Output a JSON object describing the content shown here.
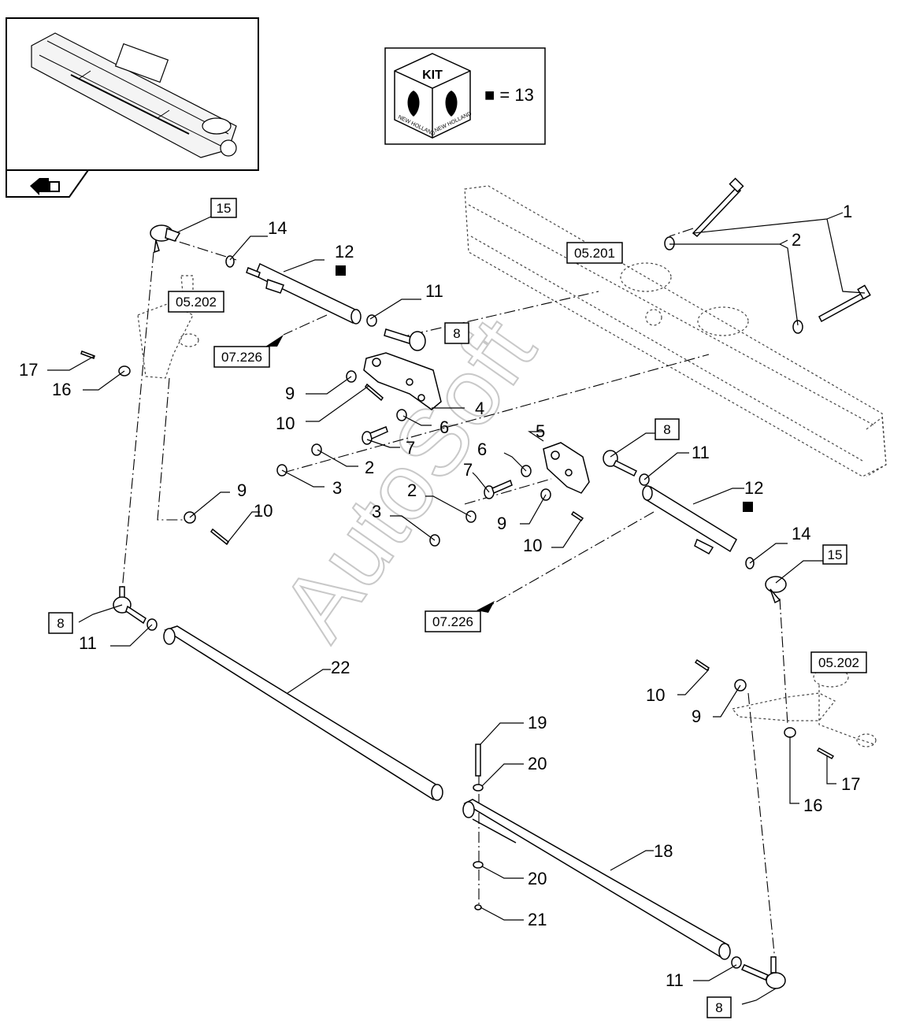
{
  "watermark": "AutoSoft",
  "kit_panel": {
    "kit_label": "KIT",
    "brand_text": "NEW HOLLAND",
    "legend_text": "■ = 13"
  },
  "ref_boxes": {
    "r15_top": "15",
    "r05202_left": "05.202",
    "r05201": "05.201",
    "r07226_upper": "07.226",
    "r8_upper_mid": "8",
    "r8_right": "8",
    "r15_right": "15",
    "r07226_lower": "07.226",
    "r8_left": "8",
    "r05202_right": "05.202",
    "r8_bottom": "8"
  },
  "callouts": {
    "c1": "1",
    "c2a": "2",
    "c14a": "14",
    "c12a": "12",
    "c11a": "11",
    "c17a": "17",
    "c16a": "16",
    "c9a": "9",
    "c10a": "10",
    "c4": "4",
    "c6a": "6",
    "c7a": "7",
    "c2b": "2",
    "c3a": "3",
    "c5": "5",
    "c11b": "11",
    "c12b": "12",
    "c6b": "6",
    "c7b": "7",
    "c2c": "2",
    "c3b": "3",
    "c9b": "9",
    "c10b": "10",
    "c9c": "9",
    "c10c": "10",
    "c14b": "14",
    "c11c": "11",
    "c22": "22",
    "c10d": "10",
    "c9d": "9",
    "c19": "19",
    "c20a": "20",
    "c17b": "17",
    "c16b": "16",
    "c18": "18",
    "c20b": "20",
    "c21": "21",
    "c11d": "11"
  }
}
